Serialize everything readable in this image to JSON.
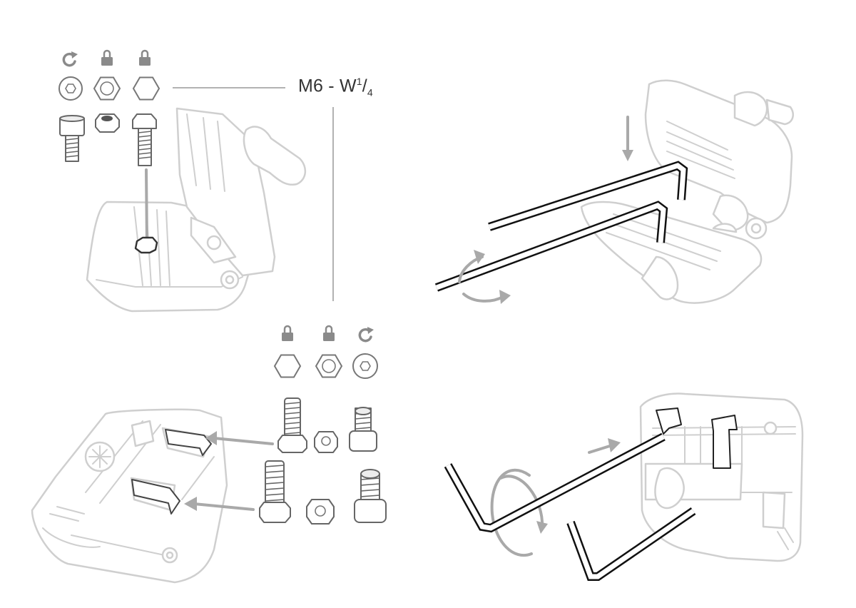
{
  "size_label": {
    "main": "M6 - W",
    "sup": "1",
    "sub": "4"
  },
  "top_left_icons": [
    "rotate-icon",
    "lock-icon",
    "lock-icon"
  ],
  "bottom_icons": [
    "lock-icon",
    "lock-icon",
    "rotate-icon"
  ],
  "colors": {
    "outline_light": "#cfcfcf",
    "outline_dark": "#111111",
    "arrow_gray": "#a9a9a9",
    "icon_gray": "#8a8a8a"
  }
}
